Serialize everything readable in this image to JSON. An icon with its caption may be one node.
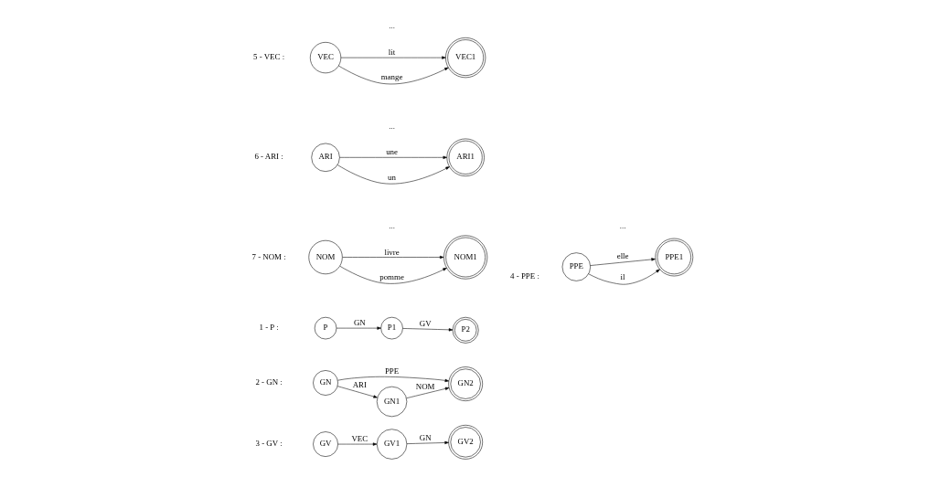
{
  "diagram": {
    "nodes": [
      {
        "text": [
          "P"
        ]
      },
      {
        "text": [
          "P1"
        ]
      },
      {
        "text": [
          "P2"
        ]
      },
      {
        "text": [
          "GN"
        ]
      },
      {
        "text": [
          "GN1"
        ]
      },
      {
        "text": [
          "GN2"
        ]
      },
      {
        "text": [
          "GV"
        ]
      },
      {
        "text": [
          "GV1"
        ]
      },
      {
        "text": [
          "GV2"
        ]
      },
      {
        "text": [
          "PPE"
        ]
      },
      {
        "text": [
          "PPE1"
        ]
      },
      {
        "text": [
          "VEC"
        ]
      },
      {
        "text": [
          "VEC1"
        ]
      },
      {
        "text": [
          "ARI"
        ]
      },
      {
        "text": [
          "ARI1"
        ]
      },
      {
        "text": [
          "NOM"
        ]
      },
      {
        "text": [
          "NOM1"
        ]
      }
    ],
    "edges": [
      {
        "from": 0,
        "to": 1,
        "arrow": "to",
        "label": "GN"
      },
      {
        "from": 1,
        "to": 2,
        "arrow": "to",
        "label": "GV"
      },
      {
        "from": 3,
        "to": 4,
        "arrow": "to",
        "label": "ARI"
      },
      {
        "from": 4,
        "to": 5,
        "arrow": "to",
        "label": "NOM"
      },
      {
        "from": 3,
        "to": 5,
        "arrow": "to",
        "label": "PPE"
      },
      {
        "from": 6,
        "to": 7,
        "arrow": "to",
        "label": "VEC"
      },
      {
        "from": 7,
        "to": 8,
        "arrow": "to",
        "label": "GN"
      },
      {
        "from": 9,
        "to": 10,
        "arrow": "to",
        "label": "il"
      },
      {
        "from": 9,
        "to": 10,
        "arrow": "to",
        "label": "elle"
      },
      {
        "from": 11,
        "to": 12,
        "arrow": "to",
        "label": "mange"
      },
      {
        "from": 11,
        "to": 12,
        "arrow": "to",
        "label": "lit"
      },
      {
        "from": 13,
        "to": 14,
        "arrow": "to",
        "label": "un"
      },
      {
        "from": 13,
        "to": 14,
        "arrow": "to",
        "label": "une"
      },
      {
        "from": 15,
        "to": 16,
        "arrow": "to",
        "label": "pomme"
      },
      {
        "from": 15,
        "to": 16,
        "arrow": "to",
        "label": "livre"
      }
    ],
    "labels": [
      "1 - P :",
      "4 - PPE :",
      "...",
      "5 - VEC :",
      "...",
      "2 - GN :",
      "6 - ARI :",
      "...",
      "3 - GV :",
      "7 - NOM :",
      "..."
    ]
  }
}
